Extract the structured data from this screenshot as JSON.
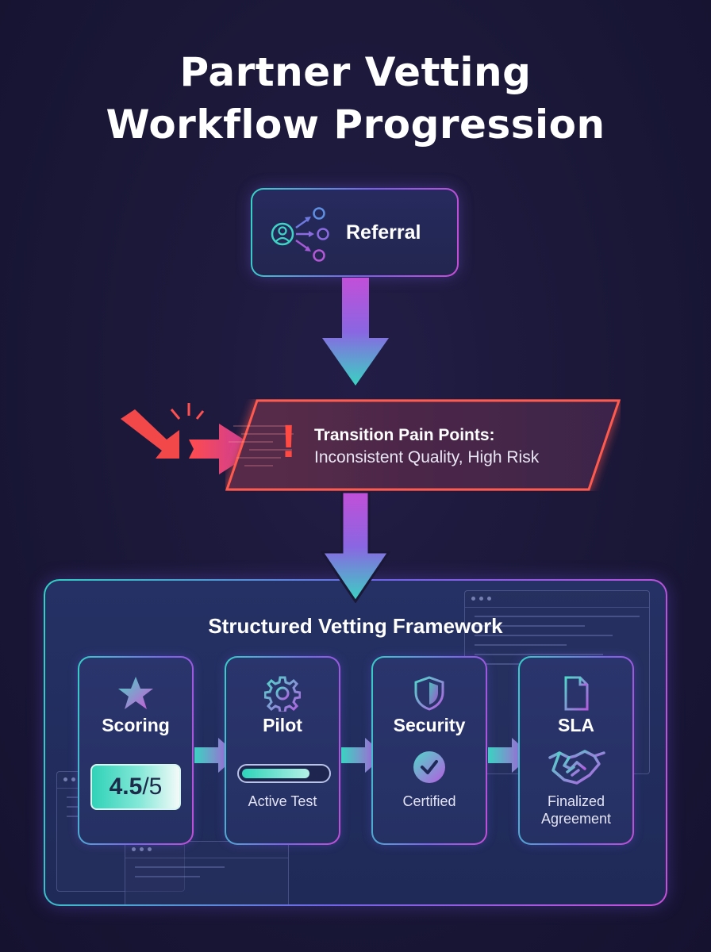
{
  "title": {
    "line1": "Partner Vetting",
    "line2": "Workflow Progression"
  },
  "referral": {
    "label": "Referral",
    "icon": "referral-network-icon"
  },
  "pain_points": {
    "title": "Transition Pain Points:",
    "detail": "Inconsistent Quality, High Risk",
    "marker": "!",
    "icon": "broken-arrow-icon"
  },
  "framework": {
    "title": "Structured Vetting Framework",
    "steps": [
      {
        "name": "Scoring",
        "icon": "star-icon",
        "score_value": "4.5",
        "score_scale": "/5"
      },
      {
        "name": "Pilot",
        "icon": "gear-icon",
        "status": "Active Test",
        "progress": 0.8
      },
      {
        "name": "Security",
        "icon": "shield-icon",
        "status": "Certified",
        "status_icon": "check-circle-icon"
      },
      {
        "name": "SLA",
        "icon": "document-icon",
        "status_line1": "Finalized",
        "status_line2": "Agreement",
        "status_icon": "handshake-icon"
      }
    ]
  },
  "colors": {
    "background": "#1a1737",
    "teal": "#33d6c4",
    "purple": "#8a5ce6",
    "magenta": "#c94dd6",
    "alert_red": "#ff4a43"
  }
}
